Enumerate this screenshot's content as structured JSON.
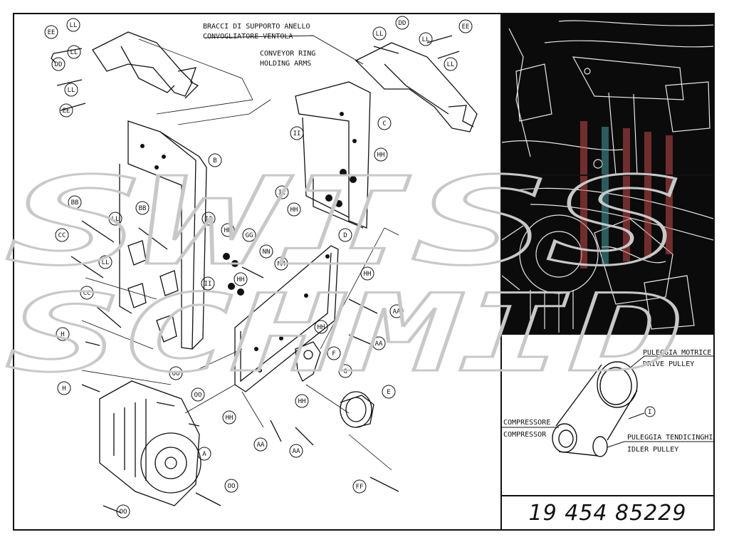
{
  "heading": {
    "it_line1": "BRACCI DI SUPPORTO ANELLO",
    "it_line2": "CONVOGLIATORE VENTOLA",
    "en_line1": "CONVEYOR RING",
    "en_line2": "HOLDING ARMS"
  },
  "part_labels": [
    "EE",
    "LL",
    "DD",
    "LL",
    "LL",
    "EE",
    "DD",
    "LL",
    "LL",
    "LL",
    "EE",
    "B",
    "C",
    "II",
    "HH",
    "II",
    "HH",
    "BB",
    "LL",
    "BB",
    "CC",
    "LL",
    "II",
    "HH",
    "GG",
    "NN",
    "MM",
    "II",
    "HH",
    "D",
    "HH",
    "AA",
    "CC",
    "HH",
    "AA",
    "H",
    "F",
    "G",
    "OO",
    "E",
    "H",
    "OO",
    "HH",
    "HH",
    "AA",
    "AA",
    "A",
    "FF",
    "OO",
    "OO"
  ],
  "belt_diagram": {
    "drive_it": "PULEGGIA MOTRICE",
    "drive_en": "DRIVE PULLEY",
    "compressor_it": "COMPRESSORE",
    "compressor_en": "COMPRESSOR",
    "idler_it": "PULEGGIA TENDICINGHIA",
    "idler_en": "IDLER PULLEY",
    "belt_label": "I"
  },
  "part_number": "19 454 85229",
  "watermark": {
    "line1": "SWISS",
    "line2": "SCHMID"
  },
  "colors": {
    "ink": "#111111",
    "watermark_stroke": "#c8c8c8",
    "photo_bg": "#0b0b0b",
    "photo_accent_red": "#c44a4a",
    "photo_accent_teal": "#4a9ea0"
  }
}
